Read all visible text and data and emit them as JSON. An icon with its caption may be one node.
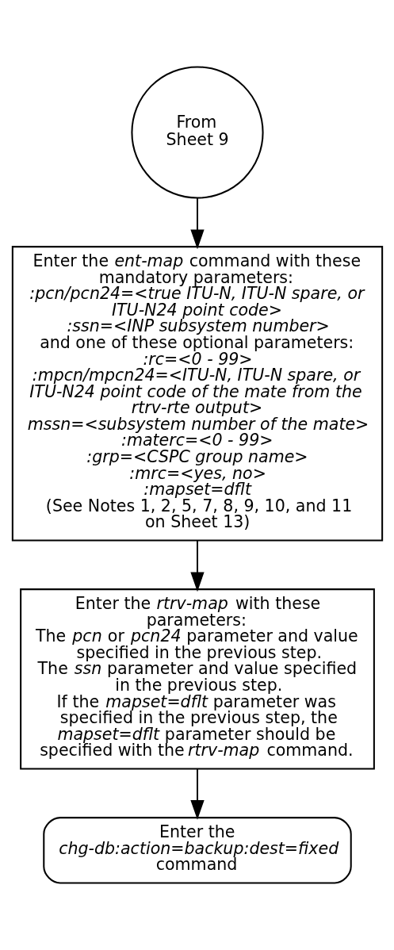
{
  "diagram": {
    "nodes": [
      {
        "text": [
          "From Sheet 9"
        ]
      },
      {
        "text": [
          "Enter the *ent-map* command with these mandatory parameters:",
          "*:pcn/pcn24=<true ITU-N, ITU-N spare, or ITU-N24 point code>*",
          "*:ssn=<INP subsystem number>*",
          "and one of these optional parameters:",
          "*:rc=<0 - 99>*",
          "*:mpcn/mpcn24=<ITU-N, ITU-N spare, or ITU-N24 point code of the mate from the rtrv-rte output>*",
          "*mssn=<subsystem number of the mate>*",
          "*:materc=<0 - 99>*",
          "*:grp=<CSPC group name>*",
          "*:mrc=<yes, no>*",
          "*:mapset=dflt*",
          "(See Notes 1, 2, 5, 7, 8, 9, 10, and 11 on Sheet 13)"
        ]
      },
      {
        "text": [
          "Enter the *rtrv-map* with these parameters:",
          "The *pcn* or *pcn24* parameter and value specified in the previous step.",
          "The *ssn* parameter and value specified in the previous step.",
          "If the *mapset=dflt* parameter was specified in the previous step, the *mapset=dflt* parameter should be specified with the *rtrv-map* command."
        ]
      },
      {
        "text": [
          "Enter the *chg-db:action=backup:dest=fixed* command"
        ]
      }
    ],
    "edges": [
      {
        "from": 0,
        "to": 1,
        "arrow": "to"
      },
      {
        "from": 1,
        "to": 2,
        "arrow": "to"
      },
      {
        "from": 2,
        "to": 3,
        "arrow": "to"
      }
    ]
  }
}
